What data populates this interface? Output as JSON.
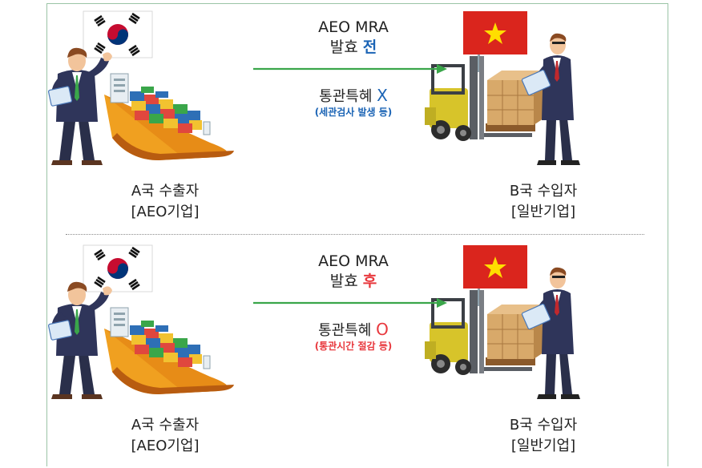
{
  "panels": [
    {
      "mra_title": "AEO MRA",
      "mra_prefix": "발효",
      "mra_highlight": "전",
      "benefit_text": "통관특혜",
      "benefit_mark": "X",
      "benefit_note": "(세관검사 발생 등)",
      "exporter_name": "A국 수출자",
      "exporter_type": "[AEO기업]",
      "importer_name": "B국 수입자",
      "importer_type": "[일반기업]",
      "highlight_color": "#1b64b5"
    },
    {
      "mra_title": "AEO MRA",
      "mra_prefix": "발효",
      "mra_highlight": "후",
      "benefit_text": "통관특혜",
      "benefit_mark": "O",
      "benefit_note": "(통관시간 절감 등)",
      "exporter_name": "A국 수출자",
      "exporter_type": "[AEO기업]",
      "importer_name": "B국 수입자",
      "importer_type": "[일반기업]",
      "highlight_color": "#e8383d"
    }
  ],
  "colors": {
    "arrow": "#3aa64a",
    "border": "#9bc4a6",
    "flag_vn": "#da251d",
    "star": "#ffde00"
  },
  "icons": [
    "korea-flag-icon",
    "vietnam-flag-icon",
    "cargo-ship-icon",
    "forklift-icon",
    "businessman-icon"
  ]
}
